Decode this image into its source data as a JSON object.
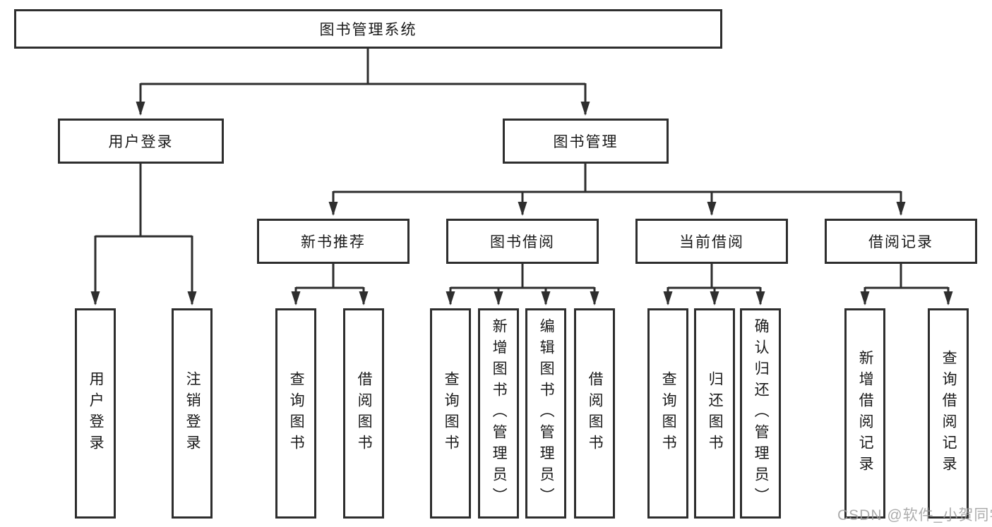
{
  "tree": {
    "root": "图书管理系统",
    "children": [
      {
        "label": "用户登录",
        "children": [
          {
            "label": "用户登录"
          },
          {
            "label": "注销登录"
          }
        ]
      },
      {
        "label": "图书管理",
        "children": [
          {
            "label": "新书推荐",
            "children": [
              {
                "label": "查询图书"
              },
              {
                "label": "借阅图书"
              }
            ]
          },
          {
            "label": "图书借阅",
            "children": [
              {
                "label": "查询图书"
              },
              {
                "label": "新增图书（管理员）"
              },
              {
                "label": "编辑图书（管理员）"
              },
              {
                "label": "借阅图书"
              }
            ]
          },
          {
            "label": "当前借阅",
            "children": [
              {
                "label": "查询图书"
              },
              {
                "label": "归还图书"
              },
              {
                "label": "确认归还（管理员）"
              }
            ]
          },
          {
            "label": "借阅记录",
            "children": [
              {
                "label": "新增借阅记录"
              },
              {
                "label": "查询借阅记录"
              }
            ]
          }
        ]
      }
    ]
  },
  "watermark": {
    "text": "CSDN @软件_小贺同学"
  },
  "colors": {
    "line": "#2e2e2e",
    "box_border": "#2e2e2e",
    "box_bg": "#ffffff",
    "text": "#1a1a1a",
    "watermark": "#9e9e9e"
  }
}
